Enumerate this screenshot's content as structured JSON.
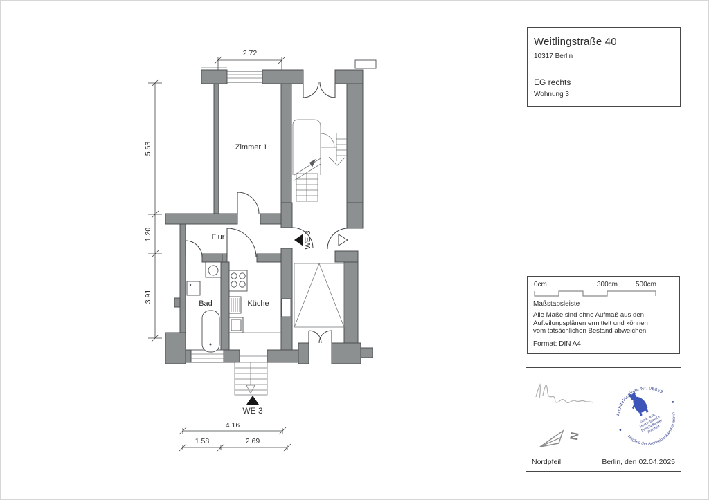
{
  "title_block": {
    "street": "Weitlingstraße 40",
    "city": "10317 Berlin",
    "floor": "EG rechts",
    "unit": "Wohnung 3"
  },
  "plan": {
    "rooms": {
      "room1": "Zimmer 1",
      "hall": "Flur",
      "bath": "Bad",
      "kitchen": "Küche"
    },
    "apartment_door_label": "WE 3",
    "entry_marker_label": "WE 3",
    "dims": {
      "top_width": "2.72",
      "left_room": "5.53",
      "left_hall": "1.20",
      "left_bath": "3.91",
      "bottom_total": "4.16",
      "bottom_left": "1.58",
      "bottom_right": "2.69"
    }
  },
  "scale_block": {
    "t0": "0cm",
    "t300": "300cm",
    "t500": "500cm",
    "caption": "Maßstabsleiste",
    "note_lines": [
      "Alle Maße sind ohne Aufmaß aus den",
      "Aufteilungsplänen ermittelt und können",
      "vom tatsächlichen Bestand abweichen."
    ],
    "format_line": "Format: DIN A4"
  },
  "footer_block": {
    "north_label": "Nordpfeil",
    "north_letter": "N",
    "date_line": "Berlin, den 02.04.2025",
    "stamp": {
      "arc_top": "Architektenliste Nr. 06859",
      "inner1": "cand.-arch.",
      "inner2": "Henrik Stauße",
      "inner3": "freischaffender",
      "inner4": "Architekt",
      "arc_bottom": "Mitglied der Architektenkammer Berlin"
    }
  },
  "colors": {
    "wall_fill": "#8d9091",
    "wall_stroke": "#4c4f51",
    "plan_line": "#3f4244",
    "stamp_blue": "#3c4f9e",
    "signature_gray": "#b0b0b0"
  }
}
